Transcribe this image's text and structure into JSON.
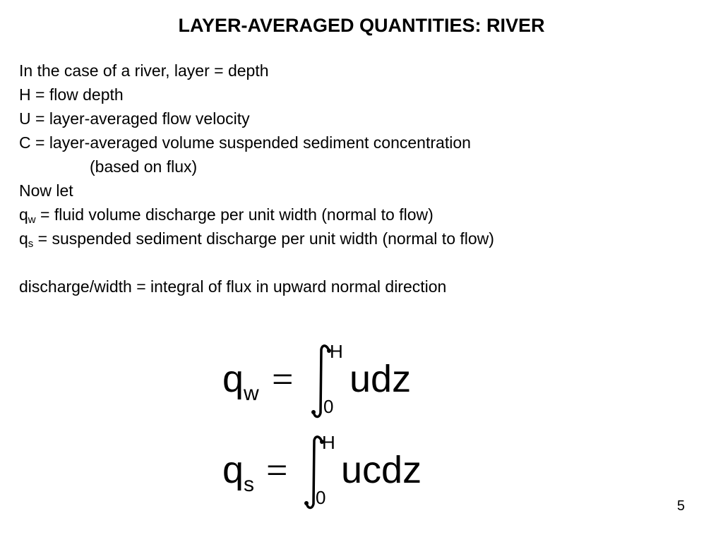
{
  "slide": {
    "title": "LAYER-AVERAGED QUANTITIES: RIVER",
    "lines": {
      "l1": "In the case of a river, layer = depth",
      "l2": "H = flow depth",
      "l3": "U = layer-averaged flow velocity",
      "l4": "C = layer-averaged volume suspended sediment concentration",
      "l5": "(based on flux)",
      "l6": "Now let",
      "l7_var": "q",
      "l7_sub": "w",
      "l7_rest": " = fluid volume discharge per unit width (normal to flow)",
      "l8_var": "q",
      "l8_sub": "s",
      "l8_rest": " = suspended sediment discharge per unit width (normal to flow)",
      "l9": "discharge/width = integral of flux in upward normal direction"
    },
    "equations": {
      "eq1": {
        "lhs": "q",
        "lhs_sub": "w",
        "equals": "=",
        "upper": "H",
        "lower": "0",
        "integrand": "udz"
      },
      "eq2": {
        "lhs": "q",
        "lhs_sub": "s",
        "equals": "=",
        "upper": "H",
        "lower": "0",
        "integrand": "ucdz"
      }
    },
    "page_number": "5"
  }
}
